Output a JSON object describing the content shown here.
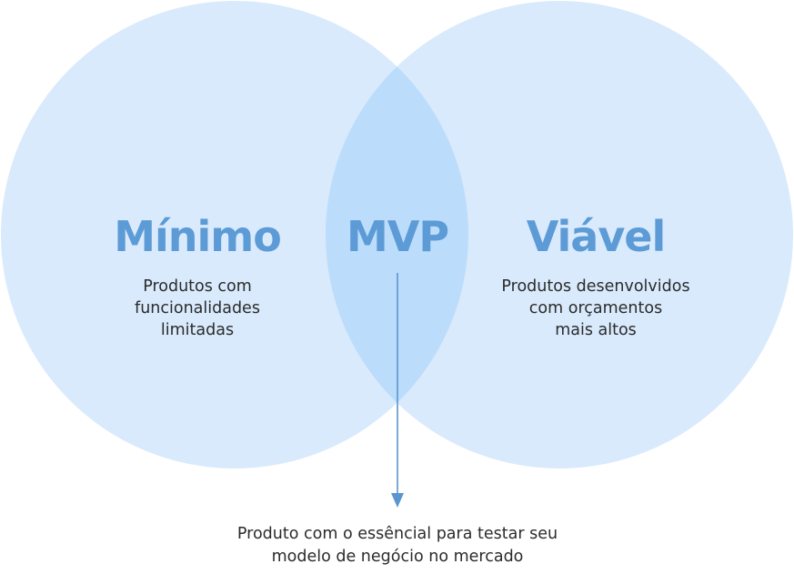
{
  "colors": {
    "circle_fill": "#d9eafc",
    "overlap_fill": "#bcdcfb",
    "title": "#5d9bd6",
    "arrow": "#5a95cf",
    "text": "#2b2b2b"
  },
  "left": {
    "title": "Mínimo",
    "lines": [
      "Produtos com",
      "funcionalidades",
      "limitadas"
    ]
  },
  "center": {
    "title": "MVP"
  },
  "right": {
    "title": "Viável",
    "lines": [
      "Produtos desenvolvidos",
      "com orçamentos",
      "mais altos"
    ]
  },
  "caption": {
    "lines": [
      "Produto com o essêncial para testar seu",
      "modelo de negócio no mercado"
    ]
  }
}
